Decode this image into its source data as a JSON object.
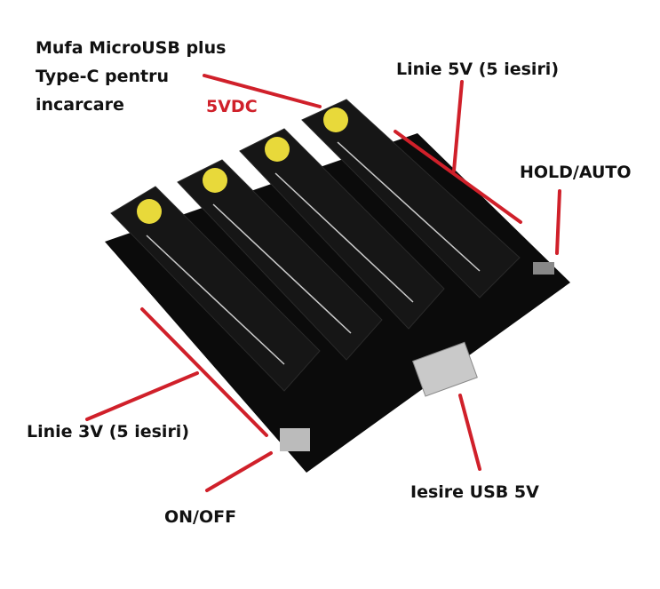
{
  "annotations": {
    "charging_port": [
      "Mufa MicroUSB plus",
      "Type-C pentru",
      "incarcare"
    ],
    "input_voltage": "5VDC",
    "line_5v": "Linie 5V (5 iesiri)",
    "hold_auto": "HOLD/AUTO",
    "line_3v": "Linie 3V (5 iesiri)",
    "usb_output": "Iesire USB 5V",
    "power_switch": "ON/OFF"
  },
  "colors": {
    "annotation_line": "#d0202a",
    "accent_text": "#d0202a",
    "pcb": "#0b0b0b",
    "contact": "#e8d93a"
  }
}
